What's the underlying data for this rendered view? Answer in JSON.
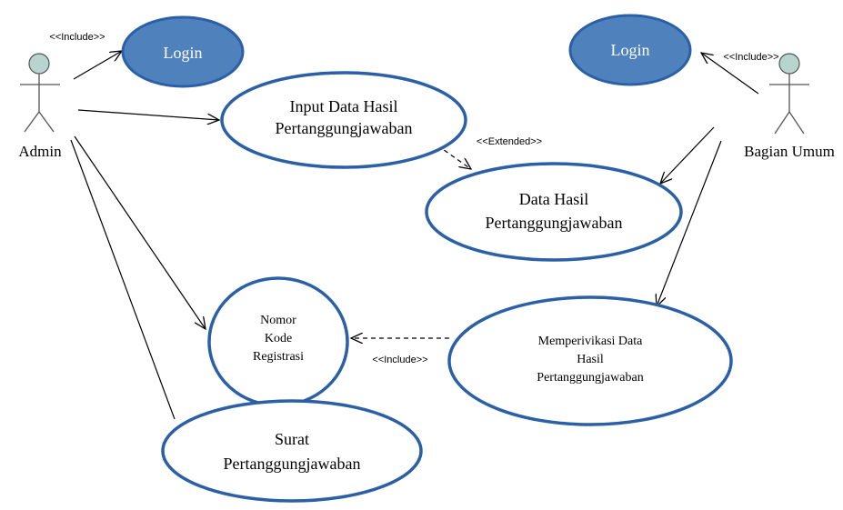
{
  "actors": {
    "admin": "Admin",
    "bagian_umum": "Bagian Umum"
  },
  "use_cases": {
    "login_admin": "Login",
    "login_umum": "Login",
    "input_line1": "Input Data Hasil",
    "input_line2": "Pertanggungjawaban",
    "data_line1": "Data Hasil",
    "data_line2": "Pertanggungjawaban",
    "nomor_line1": "Nomor",
    "nomor_line2": "Kode",
    "nomor_line3": "Registrasi",
    "memper_line1": "Memperivikasi Data",
    "memper_line2": "Hasil",
    "memper_line3": "Pertanggungjawaban",
    "surat_line1": "Surat",
    "surat_line2": "Pertanggungjawaban"
  },
  "stereotypes": {
    "include_admin": "<<Include>>",
    "include_umum": "<<Include>>",
    "extended": "<<Extended>>",
    "include_nomor": "<<Include>>"
  },
  "colors": {
    "login_fill": "#4f81bd",
    "ellipse_stroke": "#2b5fa6",
    "actor_fill": "#b7d5ce"
  }
}
